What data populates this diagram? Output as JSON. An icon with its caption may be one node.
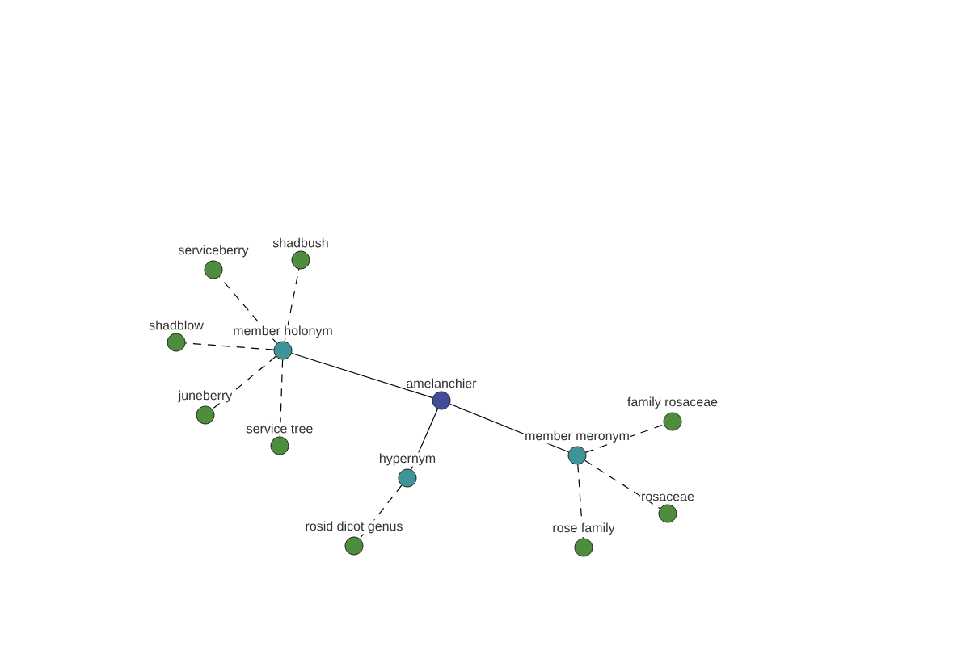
{
  "diagram": {
    "nodes": [
      {
        "text": [
          "amelanchier"
        ]
      },
      {
        "text": [
          "member holonym"
        ]
      },
      {
        "text": [
          "hypernym"
        ]
      },
      {
        "text": [
          "member meronym"
        ]
      },
      {
        "text": [
          "serviceberry"
        ]
      },
      {
        "text": [
          "shadbush"
        ]
      },
      {
        "text": [
          "shadblow"
        ]
      },
      {
        "text": [
          "juneberry"
        ]
      },
      {
        "text": [
          "service tree"
        ]
      },
      {
        "text": [
          "rosid dicot genus"
        ]
      },
      {
        "text": [
          "family rosaceae"
        ]
      },
      {
        "text": [
          "rosaceae"
        ]
      },
      {
        "text": [
          "rose family"
        ]
      }
    ],
    "edges": [
      {
        "from": 0,
        "to": 1,
        "arrow": "none"
      },
      {
        "from": 0,
        "to": 2,
        "arrow": "none"
      },
      {
        "from": 0,
        "to": 3,
        "arrow": "none"
      },
      {
        "from": 1,
        "to": 4,
        "arrow": "none",
        "style": "dashed"
      },
      {
        "from": 1,
        "to": 5,
        "arrow": "none",
        "style": "dashed"
      },
      {
        "from": 1,
        "to": 6,
        "arrow": "none",
        "style": "dashed"
      },
      {
        "from": 1,
        "to": 7,
        "arrow": "none",
        "style": "dashed"
      },
      {
        "from": 1,
        "to": 8,
        "arrow": "none",
        "style": "dashed"
      },
      {
        "from": 2,
        "to": 9,
        "arrow": "none",
        "style": "dashed"
      },
      {
        "from": 3,
        "to": 10,
        "arrow": "none",
        "style": "dashed"
      },
      {
        "from": 3,
        "to": 11,
        "arrow": "none",
        "style": "dashed"
      },
      {
        "from": 3,
        "to": 12,
        "arrow": "none",
        "style": "dashed"
      }
    ]
  }
}
